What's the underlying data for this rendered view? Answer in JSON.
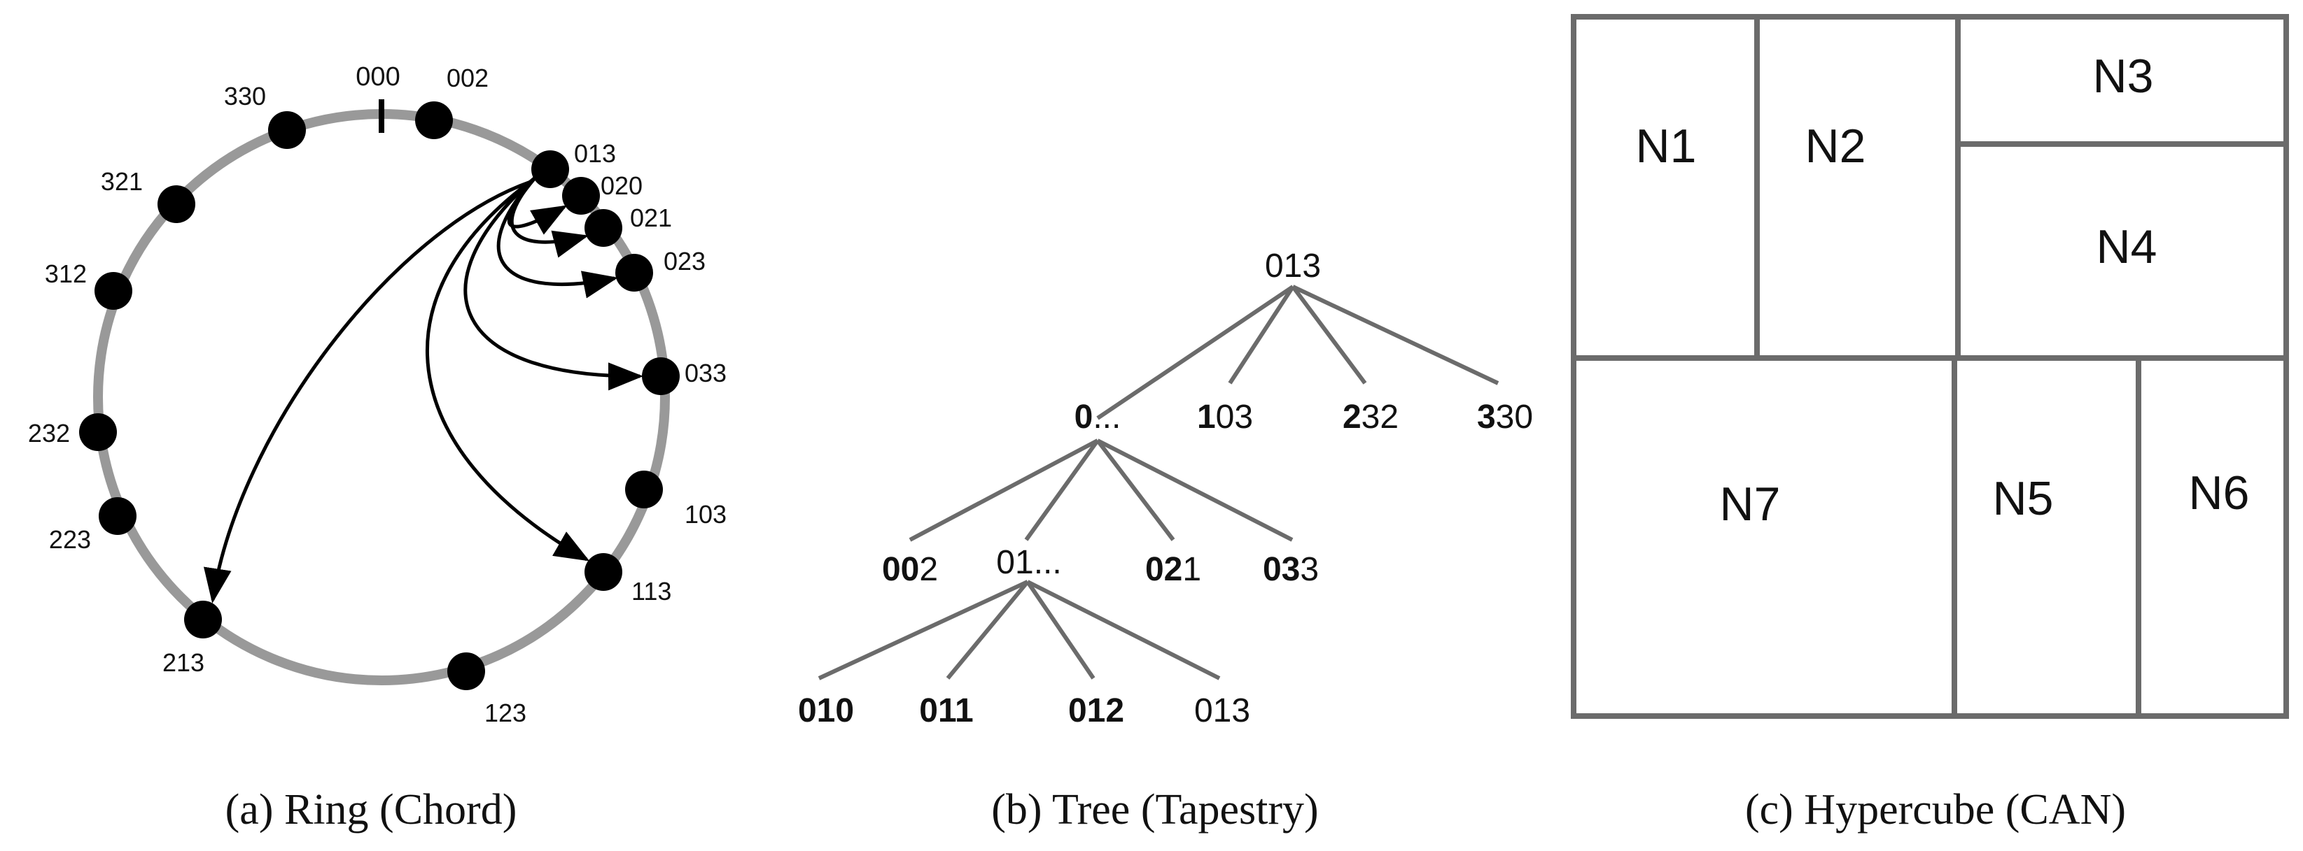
{
  "ring": {
    "top_marker": "000",
    "source": "013",
    "nodes": [
      "002",
      "013",
      "020",
      "021",
      "023",
      "033",
      "103",
      "113",
      "123",
      "213",
      "223",
      "232",
      "312",
      "321",
      "330"
    ],
    "finger_targets": [
      "020",
      "021",
      "023",
      "033",
      "113",
      "213"
    ],
    "caption": "(a) Ring (Chord)"
  },
  "tree": {
    "root": "013",
    "level1": [
      {
        "bold": "0",
        "rest": "..."
      },
      {
        "bold": "1",
        "rest": "03"
      },
      {
        "bold": "2",
        "rest": "32"
      },
      {
        "bold": "3",
        "rest": "30"
      }
    ],
    "level2": [
      {
        "bold": "00",
        "rest": "2"
      },
      {
        "bold": "",
        "rest": "01..."
      },
      {
        "bold": "02",
        "rest": "1"
      },
      {
        "bold": "03",
        "rest": "3"
      }
    ],
    "level3": [
      {
        "bold": "010",
        "rest": ""
      },
      {
        "bold": "011",
        "rest": ""
      },
      {
        "bold": "012",
        "rest": ""
      },
      {
        "bold": "",
        "rest": "013"
      }
    ],
    "caption": "(b) Tree (Tapestry)"
  },
  "hypercube": {
    "zones": [
      "N1",
      "N2",
      "N3",
      "N4",
      "N5",
      "N6",
      "N7"
    ],
    "caption": "(c) Hypercube (CAN)"
  },
  "colors": {
    "ring_stroke": "#999999",
    "node_fill": "#000000",
    "tree_edge": "#6b6b6b",
    "grid_stroke": "#6b6b6b",
    "text": "#111111"
  }
}
